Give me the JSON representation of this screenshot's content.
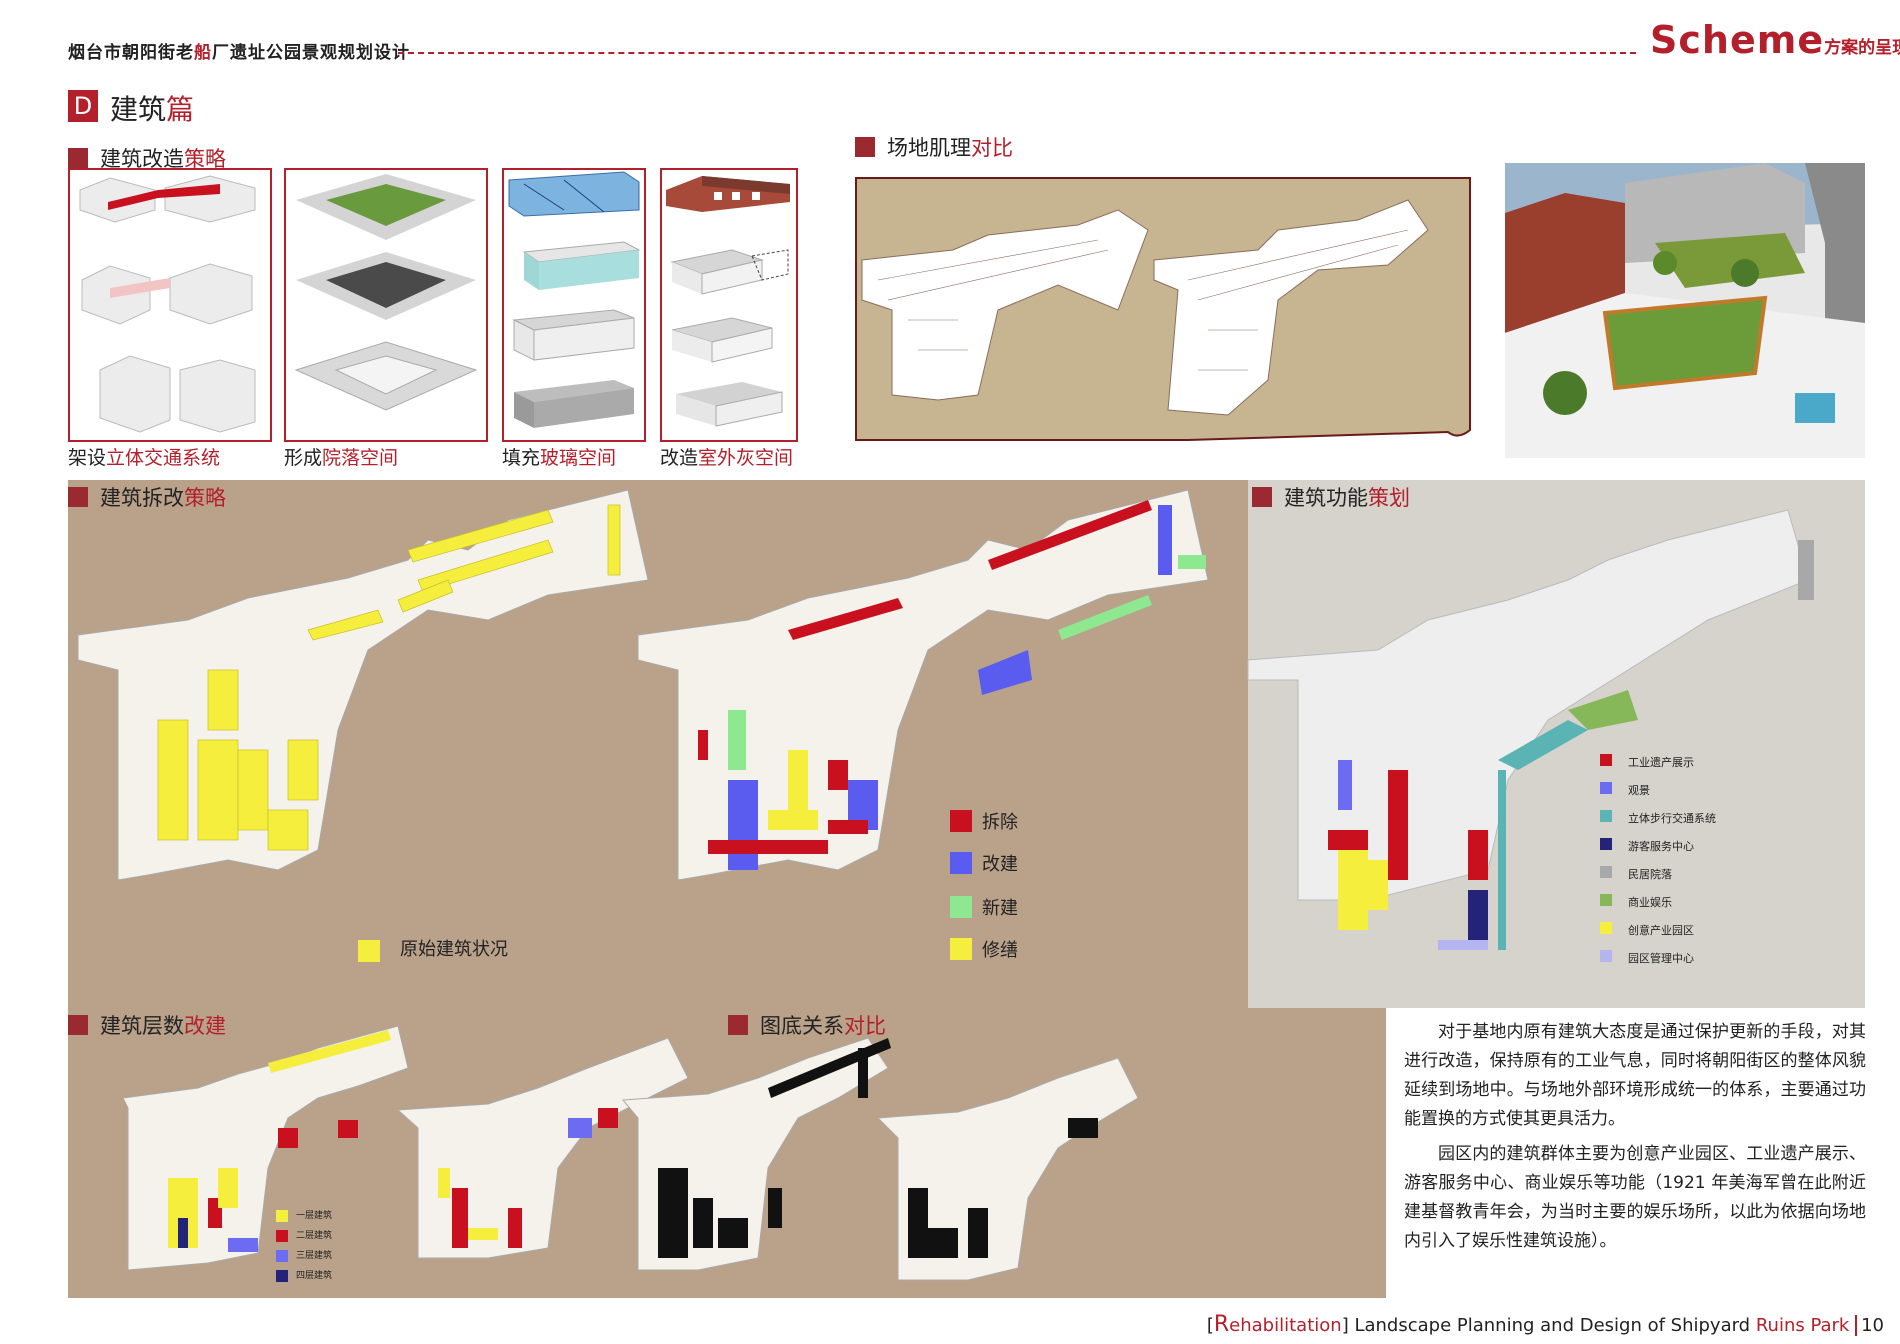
{
  "header": {
    "project_title_part1": "烟台市朝阳街老",
    "project_title_accent": "船",
    "project_title_part2": "厂遗址公园景观规划设计",
    "scheme_word": "Scheme",
    "scheme_sub": "方案的呈现"
  },
  "section": {
    "letter": "D",
    "title_main": "建筑",
    "title_accent": "篇"
  },
  "renovation": {
    "heading_main": "建筑改造",
    "heading_accent": "策略",
    "captions": [
      {
        "main": "架设",
        "accent": "立体交通系统"
      },
      {
        "main": "形成",
        "accent": "院落空间"
      },
      {
        "main": "填充",
        "accent": "玻璃空间"
      },
      {
        "main": "改造",
        "accent": "室外灰空间"
      }
    ]
  },
  "texture": {
    "heading_main": "场地肌理",
    "heading_accent": "对比"
  },
  "demolition": {
    "heading_main": "建筑拆改",
    "heading_accent": "策略",
    "original_label": "原始建筑状况",
    "legend": [
      {
        "label": "拆除",
        "color": "#c8101e"
      },
      {
        "label": "改建",
        "color": "#5a5cf0"
      },
      {
        "label": "新建",
        "color": "#8ee890"
      },
      {
        "label": "修缮",
        "color": "#f5ee3c"
      }
    ]
  },
  "function": {
    "heading_main": "建筑功能",
    "heading_accent": "策划",
    "legend": [
      {
        "label": "工业遗产展示",
        "color": "#c8101e"
      },
      {
        "label": "观景",
        "color": "#6c6cf2"
      },
      {
        "label": "立体步行交通系统",
        "color": "#5ab4b4"
      },
      {
        "label": "游客服务中心",
        "color": "#23237a"
      },
      {
        "label": "民居院落",
        "color": "#a8a8a8"
      },
      {
        "label": "商业娱乐",
        "color": "#86b85a"
      },
      {
        "label": "创意产业园区",
        "color": "#f5ee3c"
      },
      {
        "label": "园区管理中心",
        "color": "#b4b4ee"
      }
    ]
  },
  "floors": {
    "heading_main": "建筑层数",
    "heading_accent": "改建",
    "legend": [
      {
        "label": "一层建筑",
        "color": "#f5ee3c"
      },
      {
        "label": "二层建筑",
        "color": "#c8101e"
      },
      {
        "label": "三层建筑",
        "color": "#6c6cf2"
      },
      {
        "label": "四层建筑",
        "color": "#23237a"
      }
    ]
  },
  "figure_ground": {
    "heading_main": "图底关系",
    "heading_accent": "对比"
  },
  "description": {
    "p1": "对于基地内原有建筑大态度是通过保护更新的手段，对其进行改造，保持原有的工业气息，同时将朝阳街区的整体风貌延续到场地中。与场地外部环境形成统一的体系，主要通过功能置换的方式使其更具活力。",
    "p2": "园区内的建筑群体主要为创意产业园区、工业遗产展示、游客服务中心、商业娱乐等功能（1921 年美海军曾在此附近建基督教青年会，为当时主要的娱乐场所，以此为依据向场地内引入了娱乐性建筑设施）。"
  },
  "footer": {
    "bracket_open": "[",
    "r_letter": "R",
    "word_rest": "ehabilitation",
    "bracket_close": "]",
    "title_part1": "Landscape Planning and Design of Shipyard ",
    "title_accent": "Ruins Park",
    "page_number": "10"
  }
}
